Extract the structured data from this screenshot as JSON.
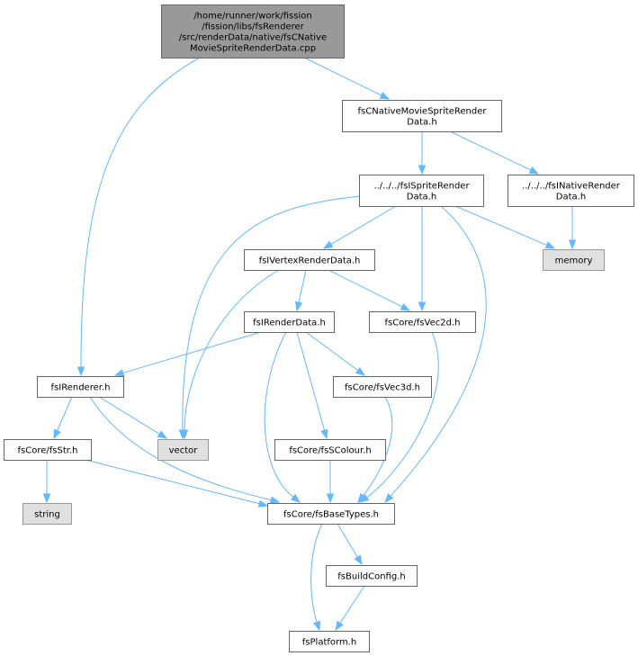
{
  "colors": {
    "edge": "#63b8ff",
    "node_border": "#666666",
    "node_fill": "#ffffff",
    "root_fill": "#999999",
    "external_fill": "#e0e0e0",
    "external_border": "#999999",
    "text": "#000000"
  },
  "nodes": {
    "root": {
      "lines": [
        "/home/runner/work/fission",
        "/fission/libs/fsRenderer",
        "/src/renderData/native/fsCNative",
        "MovieSpriteRenderData.cpp"
      ],
      "kind": "root"
    },
    "cnative_movie": {
      "lines": [
        "fsCNativeMovieSpriteRender",
        "Data.h"
      ],
      "kind": "normal"
    },
    "isprite": {
      "lines": [
        "../../../fsISpriteRender",
        "Data.h"
      ],
      "kind": "normal"
    },
    "inative": {
      "lines": [
        "../../../fsINativeRender",
        "Data.h"
      ],
      "kind": "normal"
    },
    "memory": {
      "lines": [
        "memory"
      ],
      "kind": "external"
    },
    "ivertex": {
      "lines": [
        "fsIVertexRenderData.h"
      ],
      "kind": "normal"
    },
    "irenderdata": {
      "lines": [
        "fsIRenderData.h"
      ],
      "kind": "normal"
    },
    "vec2d": {
      "lines": [
        "fsCore/fsVec2d.h"
      ],
      "kind": "normal"
    },
    "irenderer": {
      "lines": [
        "fsIRenderer.h"
      ],
      "kind": "normal"
    },
    "vec3d": {
      "lines": [
        "fsCore/fsVec3d.h"
      ],
      "kind": "normal"
    },
    "fsstr": {
      "lines": [
        "fsCore/fsStr.h"
      ],
      "kind": "normal"
    },
    "vector": {
      "lines": [
        "vector"
      ],
      "kind": "external"
    },
    "scolour": {
      "lines": [
        "fsCore/fsSColour.h"
      ],
      "kind": "normal"
    },
    "string": {
      "lines": [
        "string"
      ],
      "kind": "external"
    },
    "basetypes": {
      "lines": [
        "fsCore/fsBaseTypes.h"
      ],
      "kind": "normal"
    },
    "buildconfig": {
      "lines": [
        "fsBuildConfig.h"
      ],
      "kind": "normal"
    },
    "platform": {
      "lines": [
        "fsPlatform.h"
      ],
      "kind": "normal"
    }
  },
  "edges": [
    {
      "from": "root",
      "to": "cnative_movie"
    },
    {
      "from": "root",
      "to": "irenderer"
    },
    {
      "from": "cnative_movie",
      "to": "isprite"
    },
    {
      "from": "cnative_movie",
      "to": "inative"
    },
    {
      "from": "isprite",
      "to": "ivertex"
    },
    {
      "from": "isprite",
      "to": "vec2d"
    },
    {
      "from": "isprite",
      "to": "memory"
    },
    {
      "from": "isprite",
      "to": "vector"
    },
    {
      "from": "isprite",
      "to": "basetypes"
    },
    {
      "from": "inative",
      "to": "memory"
    },
    {
      "from": "ivertex",
      "to": "irenderdata"
    },
    {
      "from": "ivertex",
      "to": "vec2d"
    },
    {
      "from": "ivertex",
      "to": "vector"
    },
    {
      "from": "irenderdata",
      "to": "irenderer"
    },
    {
      "from": "irenderdata",
      "to": "vec3d"
    },
    {
      "from": "irenderdata",
      "to": "scolour"
    },
    {
      "from": "irenderdata",
      "to": "basetypes"
    },
    {
      "from": "vec2d",
      "to": "basetypes"
    },
    {
      "from": "irenderer",
      "to": "fsstr"
    },
    {
      "from": "irenderer",
      "to": "vector"
    },
    {
      "from": "irenderer",
      "to": "basetypes"
    },
    {
      "from": "vec3d",
      "to": "basetypes"
    },
    {
      "from": "scolour",
      "to": "basetypes"
    },
    {
      "from": "fsstr",
      "to": "string"
    },
    {
      "from": "fsstr",
      "to": "basetypes"
    },
    {
      "from": "basetypes",
      "to": "buildconfig"
    },
    {
      "from": "basetypes",
      "to": "platform"
    },
    {
      "from": "buildconfig",
      "to": "platform"
    }
  ]
}
